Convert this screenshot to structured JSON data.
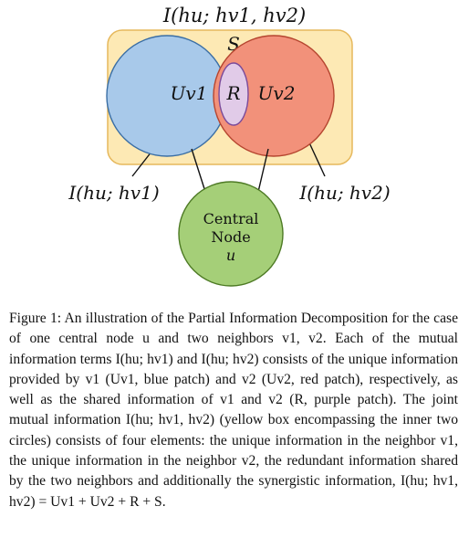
{
  "diagram": {
    "top_label": "I(hu; hv1, hv2)",
    "synergy_label": "S",
    "left_circle_label": "Uv1",
    "redundancy_label": "R",
    "right_circle_label": "Uv2",
    "left_mi_label": "I(hu; hv1)",
    "right_mi_label": "I(hu; hv2)",
    "center_node_line1": "Central",
    "center_node_line2": "Node",
    "center_node_var": "u",
    "colors": {
      "box_fill": "#fde9b4",
      "box_stroke": "#e6b85c",
      "blue": "#a8c9ea",
      "blue_stroke": "#3a6ea5",
      "red": "#f2917a",
      "red_stroke": "#b5452f",
      "purple": "#e1cbe8",
      "purple_stroke": "#7a4a9a",
      "green": "#a5cf78",
      "green_stroke": "#4d7a24"
    }
  },
  "caption": {
    "text": "Figure 1: An illustration of the Partial Information Decomposition for the case of one central node u and two neighbors v1, v2. Each of the mutual information terms I(hu; hv1) and I(hu; hv2) consists of the unique information provided by v1 (Uv1, blue patch) and v2 (Uv2, red patch), respectively, as well as the shared information of v1 and v2 (R, purple patch). The joint mutual information I(hu; hv1, hv2) (yellow box encompassing the inner two circles) consists of four elements: the unique information in the neighbor v1, the unique information in the neighbor v2, the redundant information shared by the two neighbors and additionally the synergistic information, I(hu; hv1, hv2) = Uv1 + Uv2 + R + S."
  }
}
